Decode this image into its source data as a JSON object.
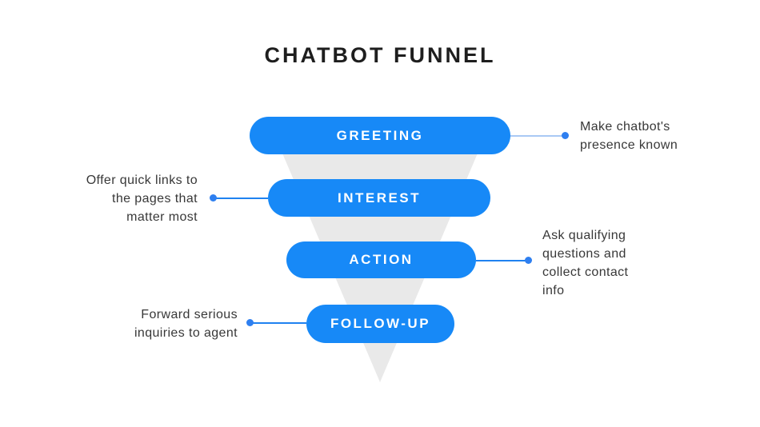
{
  "title": "CHATBOT FUNNEL",
  "funnel": {
    "stages": [
      {
        "label": "GREETING"
      },
      {
        "label": "INTEREST"
      },
      {
        "label": "ACTION"
      },
      {
        "label": "FOLLOW-UP"
      }
    ]
  },
  "annotations": [
    {
      "stage": "GREETING",
      "text": "Make chatbot's\npresence known"
    },
    {
      "stage": "INTEREST",
      "text": "Offer quick links to\nthe pages that\nmatter most"
    },
    {
      "stage": "ACTION",
      "text": "Ask qualifying\nquestions and\ncollect contact\ninfo"
    },
    {
      "stage": "FOLLOW-UP",
      "text": "Forward serious\ninquiries to agent"
    }
  ],
  "colors": {
    "bar_blue": "#1789f7",
    "funnel_gray": "#e9e9e9",
    "connector_blue": "#1f82f0",
    "connector_light": "#a9c9f4",
    "dot_blue": "#2e7ff0",
    "annotation_text": "#383838",
    "title_text": "#1e1e1e",
    "background": "#ffffff",
    "bar_text": "#ffffff"
  }
}
